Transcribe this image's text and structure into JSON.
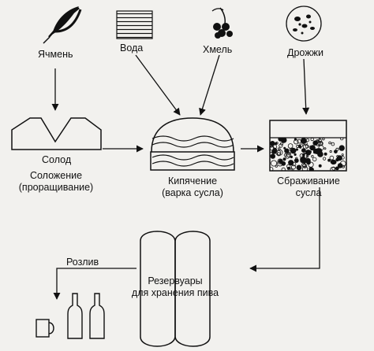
{
  "labels": {
    "barley": "Ячмень",
    "water": "Вода",
    "hops": "Хмель",
    "yeast": "Дрожжи",
    "malt": "Солод",
    "malting_1": "Соложение",
    "malting_2": "(проращивание)",
    "boiling_1": "Кипячение",
    "boiling_2": "(варка сусла)",
    "fermentation_1": "Сбраживание",
    "fermentation_2": "сусла",
    "bottling": "Розлив",
    "tanks_1": "Резервуары",
    "tanks_2": "для хранения пива"
  },
  "icons": [
    "barley-icon",
    "water-icon",
    "hops-icon",
    "yeast-icon",
    "malt-house-icon",
    "boiling-kettle-icon",
    "fermentation-tank-icon",
    "storage-tanks-icon",
    "mug-icon",
    "bottle-icon"
  ]
}
